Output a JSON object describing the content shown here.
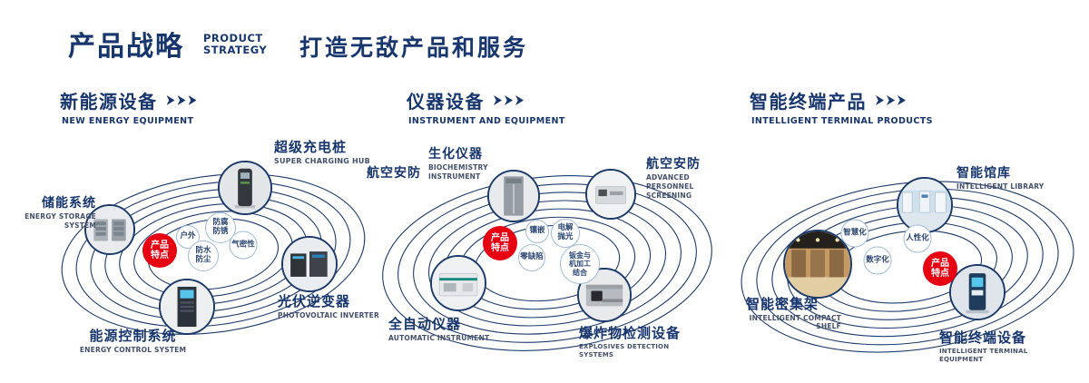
{
  "header": {
    "title_cn": "产品战略",
    "title_en_line1": "PRODUCT",
    "title_en_line2": "STRATEGY",
    "slogan": "打造无敌产品和服务"
  },
  "colors": {
    "navy": "#17366d",
    "red": "#e60012",
    "bubble_border": "#9fbcd6"
  },
  "sections": [
    {
      "title": "新能源设备",
      "subtitle": "NEW ENERGY EQUIPMENT",
      "feature_badge": "产品特点",
      "bubbles": [
        "户外",
        "防腐防锈",
        "气密性",
        "防水防尘"
      ],
      "products": [
        {
          "name": "储能系统",
          "en": "ENERGY STORAGE SYSTEM"
        },
        {
          "name": "超级充电桩",
          "en": "SUPER CHARGING HUB"
        },
        {
          "name": "光伏逆变器",
          "en": "PHOTOVOLTAIC INVERTER"
        },
        {
          "name": "能源控制系统",
          "en": "ENERGY CONTROL SYSTEM"
        }
      ]
    },
    {
      "title": "仪器设备",
      "subtitle": "INSTRUMENT AND EQUIPMENT",
      "feature_badge": "产品特点",
      "extra_label": "航空安防",
      "bubbles": [
        "镶嵌",
        "电解抛光",
        "零缺陷",
        "钣金与机加工结合"
      ],
      "products": [
        {
          "name": "生化仪器",
          "en": "BIOCHEMISTRY INSTRUMENT"
        },
        {
          "name": "航空安防",
          "en": "ADVANCED PERSONNEL SCREENING"
        },
        {
          "name": "全自动仪器",
          "en": "AUTOMATIC INSTRUMENT"
        },
        {
          "name": "爆炸物检测设备",
          "en": "EXPLOSIVES DETECTION SYSTEMS"
        }
      ]
    },
    {
      "title": "智能终端产品",
      "subtitle": "INTELLIGENT TERMINAL PRODUCTS",
      "feature_badge": "产品特点",
      "bubbles": [
        "智慧化",
        "人性化",
        "数字化"
      ],
      "products": [
        {
          "name": "智能馆库",
          "en": "INTELLIGENT LIBRARY"
        },
        {
          "name": "智能密集架",
          "en": "INTELLIGENT COMPACT SHELF"
        },
        {
          "name": "智能终端设备",
          "en": "INTELLIGENT TERMINAL EQUIPMENT"
        }
      ]
    }
  ]
}
